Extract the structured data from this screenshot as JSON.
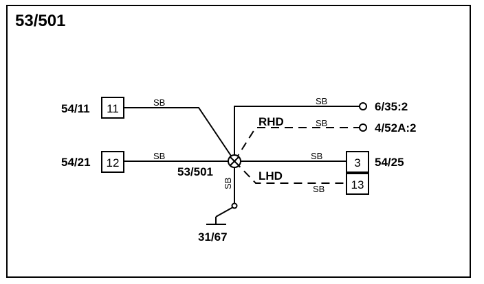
{
  "title": "53/501",
  "splice": {
    "id": "53/501"
  },
  "ground": {
    "id": "31/67"
  },
  "connectors": {
    "c54_11": {
      "id": "54/11",
      "pin": "11"
    },
    "c54_21": {
      "id": "54/21",
      "pin": "12"
    },
    "c54_25": {
      "id": "54/25",
      "pin_top": "3",
      "pin_bottom": "13"
    }
  },
  "terminals": {
    "t6_35": {
      "id": "6/35:2"
    },
    "t4_52a": {
      "id": "4/52A:2"
    }
  },
  "variants": {
    "rhd": "RHD",
    "lhd": "LHD"
  },
  "wire_color": "SB"
}
